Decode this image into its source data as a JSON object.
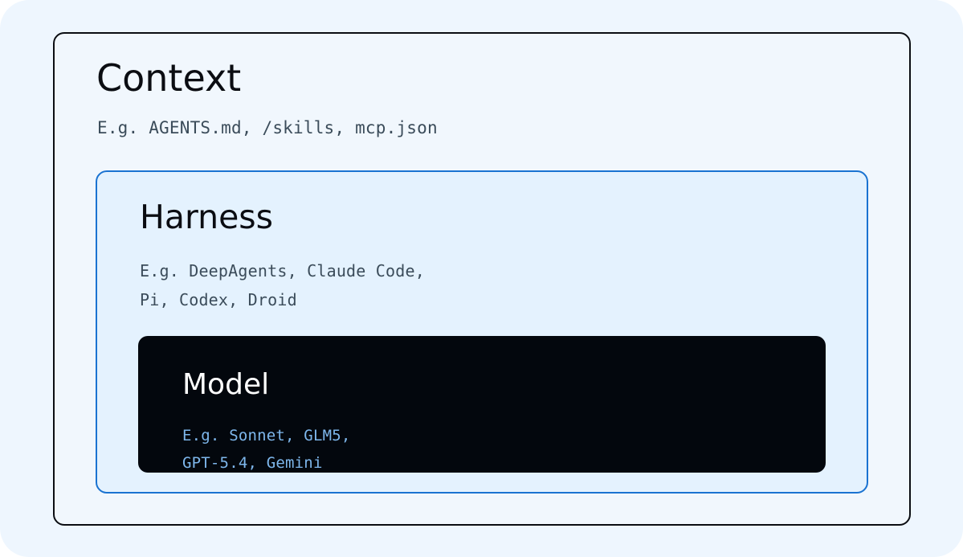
{
  "colors": {
    "canvas": "#eef6fe",
    "context_border": "#0b0d12",
    "harness_border": "#1a73d1",
    "harness_fill": "#e4f2fe",
    "model_fill": "#03070d",
    "model_text_accent": "#7eb7ec"
  },
  "context": {
    "title": "Context",
    "examples": "E.g. AGENTS.md, /skills, mcp.json"
  },
  "harness": {
    "title": "Harness",
    "examples": "E.g. DeepAgents, Claude Code,\nPi, Codex, Droid"
  },
  "model": {
    "title": "Model",
    "examples": "E.g. Sonnet, GLM5,\nGPT-5.4, Gemini"
  }
}
